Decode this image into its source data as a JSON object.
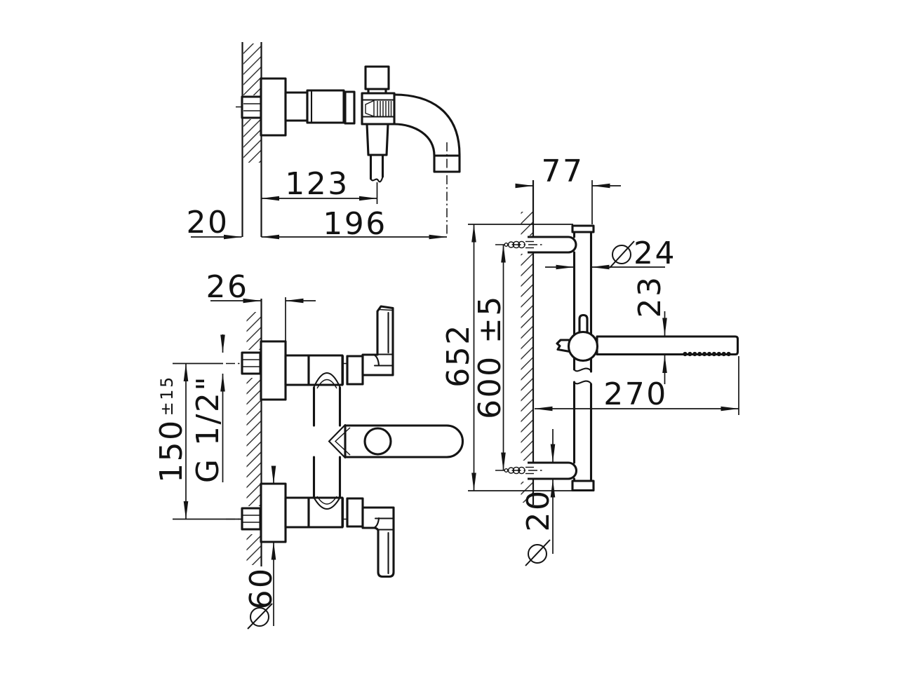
{
  "meta": {
    "background": "#ffffff",
    "ink": "#141414"
  },
  "symbols": {
    "diameter": "⌀",
    "plus_minus": "±"
  },
  "dims": {
    "top": {
      "spout_center": "123",
      "total_projection": "196",
      "wall_thickness": "20"
    },
    "front": {
      "escutcheon_depth": "26",
      "inlet_spacing": "150",
      "inlet_tolerance": "±15",
      "thread_size": "G 1/2\"",
      "escutcheon_diameter": "60"
    },
    "right": {
      "bracket_depth": "77",
      "rail_diameter": "24",
      "handle_diameter": "23",
      "overall_height": "652",
      "fixing_centres": "600 ±5",
      "handshower_length": "270",
      "bracket_diameter": "20"
    }
  }
}
